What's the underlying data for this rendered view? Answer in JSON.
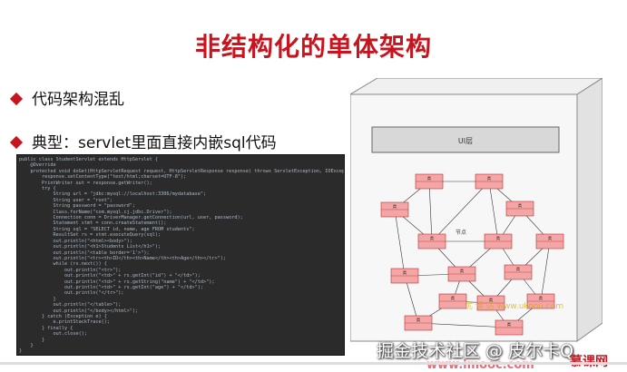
{
  "slide": {
    "title": "非结构化的单体架构",
    "bullets": [
      "代码架构混乱",
      "典型：servlet里面直接内嵌sql代码"
    ]
  },
  "code_lines": [
    "public class StudentServlet extends HttpServlet {",
    "    @Override",
    "    protected void doGet(HttpServletRequest request, HttpServletResponse response) throws ServletException, IOException {",
    "        response.setContentType(\"text/html;charset=UTF-8\");",
    "        PrintWriter out = response.getWriter();",
    "        try {",
    "            String url = \"jdbc:mysql://localhost:3306/mydatabase\";",
    "            String user = \"root\";",
    "            String password = \"password\";",
    "            Class.forName(\"com.mysql.cj.jdbc.Driver\");",
    "            Connection conn = DriverManager.getConnection(url, user, password);",
    "            Statement stmt = conn.createStatement();",
    "            String sql = \"SELECT id, name, age FROM students\";",
    "            ResultSet rs = stmt.executeQuery(sql);",
    "            out.println(\"<html><body>\");",
    "            out.println(\"<h1>Students List</h1>\");",
    "            out.println(\"<table border='1'>\");",
    "            out.println(\"<tr><th>ID</th><th>Name</th><th>Age</th></tr>\");",
    "            while (rs.next()) {",
    "                out.println(\"<tr>\");",
    "                out.println(\"<td>\" + rs.getInt(\"id\") + \"</td>\");",
    "                out.println(\"<td>\" + rs.getString(\"name\") + \"</td>\");",
    "                out.println(\"<td>\" + rs.getInt(\"age\") + \"</td>\");",
    "                out.println(\"</tr>\");",
    "            }",
    "            out.println(\"</table>\");",
    "            out.println(\"</body></html>\");",
    "        } catch (Exception e) {",
    "            e.printStackTrace();",
    "        } finally {",
    "            out.close();",
    "        }",
    "    }",
    "}"
  ],
  "diagram": {
    "ui_label": "UI层",
    "class_label": "类",
    "node_label": "节点",
    "box_fill": "#f4a6a6",
    "box_stroke": "#b03030"
  },
  "watermarks": {
    "juejin": "掘金技术社区 @ 皮尔卡Q",
    "imooc": "www.imooc.com",
    "ukoou": "优 课 达  www.ukoou.com",
    "mooc_logo": "慕课网"
  },
  "colors": {
    "accent": "#c8141e",
    "code_bg": "#2b2b2b"
  }
}
